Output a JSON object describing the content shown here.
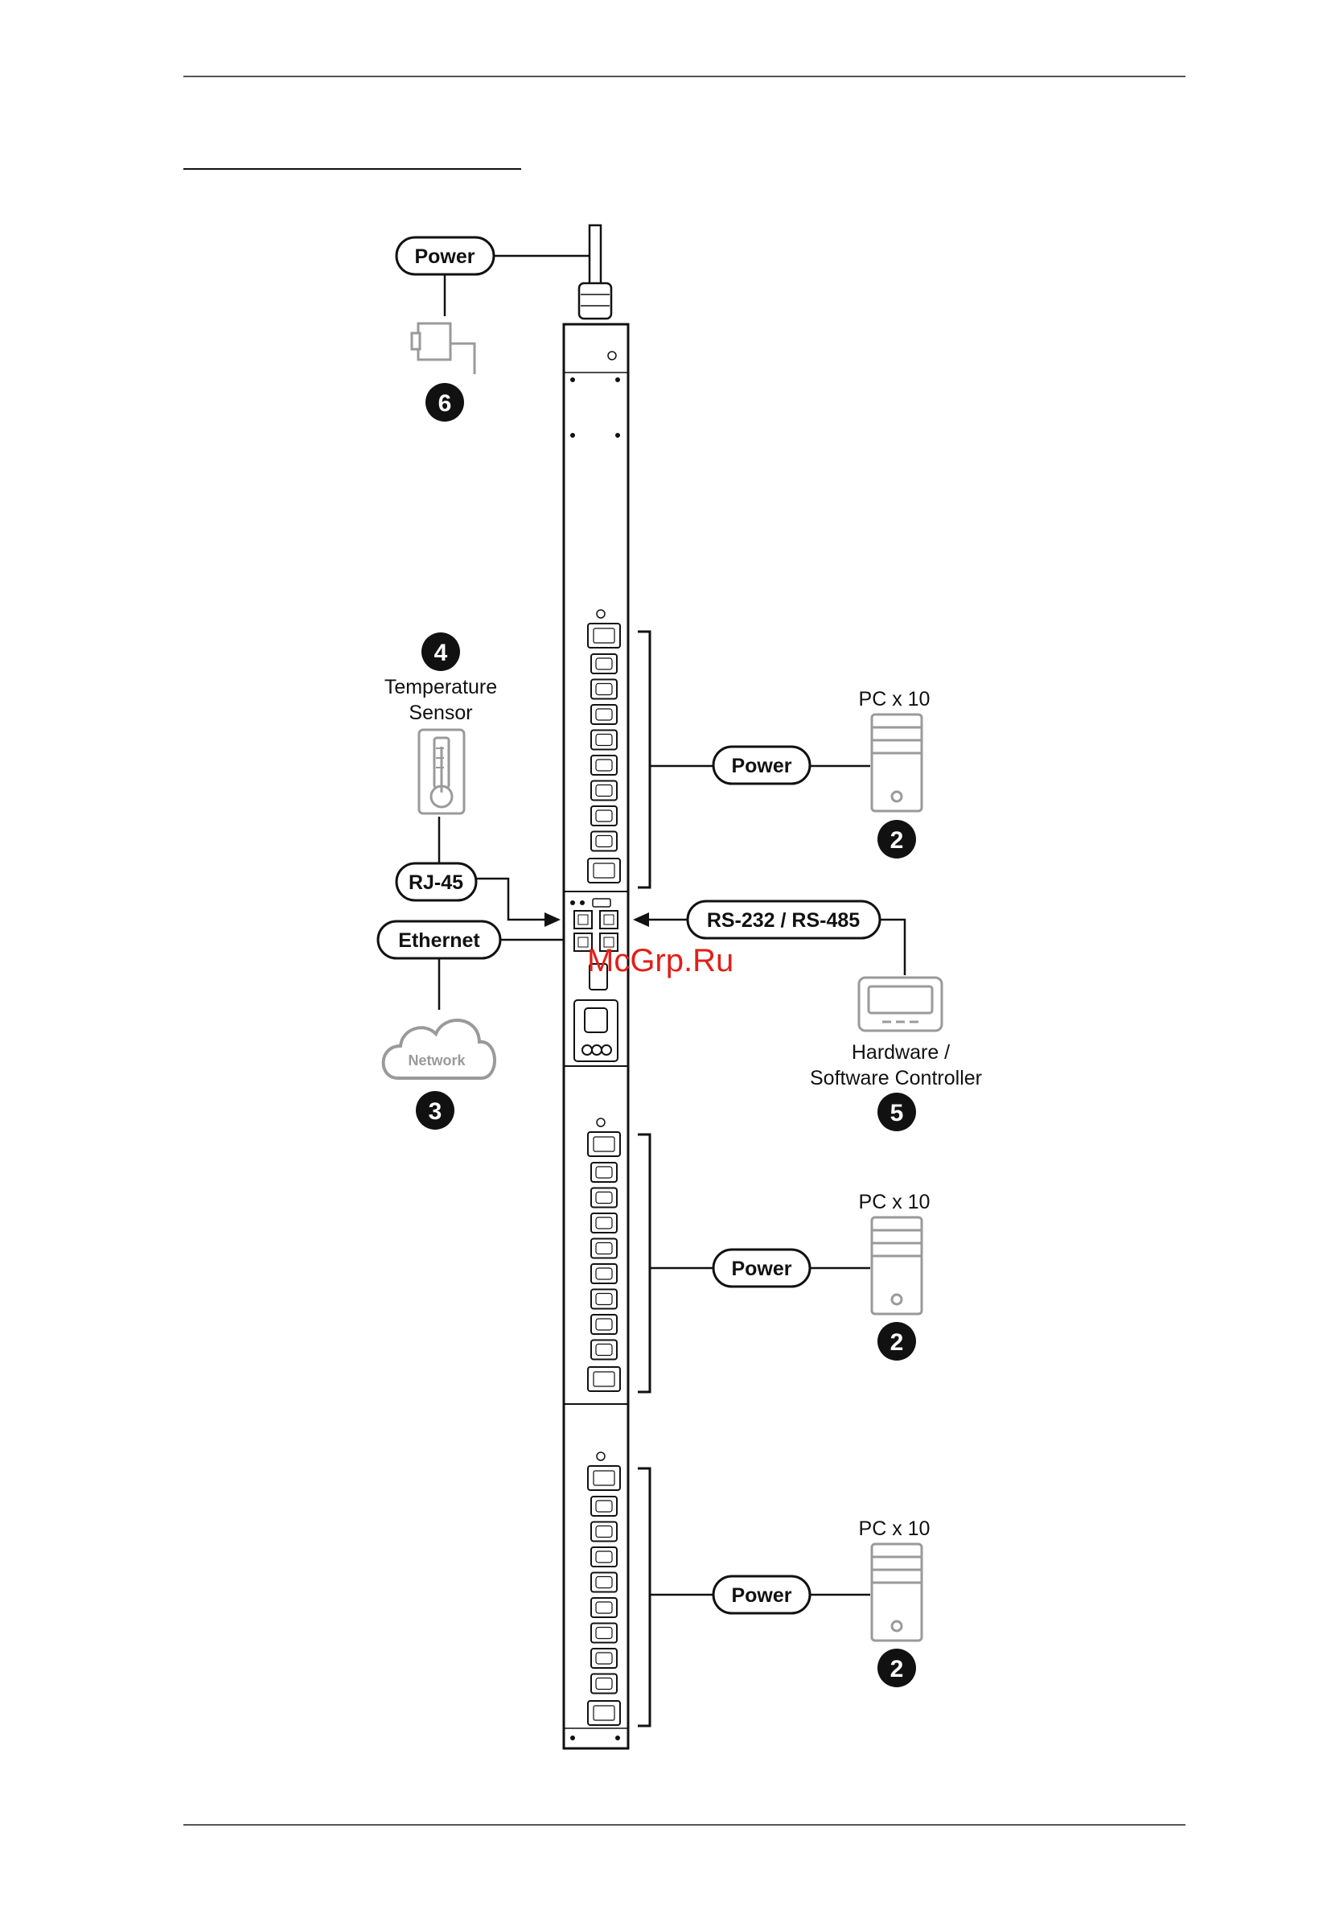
{
  "colors": {
    "line": "#111111",
    "device_gray": "#9a9a9a",
    "watermark": "#e0201a",
    "background": "#ffffff"
  },
  "labels": {
    "power_top": "Power",
    "power_group1": "Power",
    "power_group2": "Power",
    "power_group3": "Power",
    "rj45": "RJ-45",
    "ethernet": "Ethernet",
    "rs232": "RS-232 / RS-485"
  },
  "captions": {
    "temperature_line1": "Temperature",
    "temperature_line2": "Sensor",
    "pc_group1": "PC x 10",
    "pc_group2": "PC x 10",
    "pc_group3": "PC x 10",
    "controller_line1": "Hardware /",
    "controller_line2": "Software Controller",
    "network": "Network"
  },
  "numbers": {
    "power_source": "6",
    "temperature_sensor": "4",
    "pc_group1": "2",
    "pc_group2": "2",
    "pc_group3": "2",
    "network": "3",
    "controller": "5"
  },
  "watermark": "McGrp.Ru",
  "icons": {
    "power_plug": "power-plug-icon",
    "thermometer": "thermometer-icon",
    "pc_tower": "pc-tower-icon",
    "monitor": "monitor-icon",
    "cloud": "cloud-icon"
  }
}
